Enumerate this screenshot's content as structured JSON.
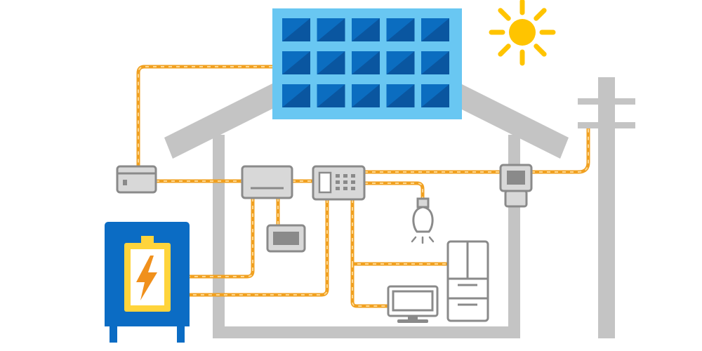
{
  "diagram": {
    "components": [
      {
        "id": "solar-panel",
        "icon": "solar-panel-icon"
      },
      {
        "id": "sun",
        "icon": "sun-icon"
      },
      {
        "id": "utility-pole",
        "icon": "utility-pole-icon"
      },
      {
        "id": "house",
        "icon": "house-icon"
      },
      {
        "id": "storage-battery",
        "icon": "battery-icon"
      },
      {
        "id": "junction-box",
        "icon": "junction-box-icon"
      },
      {
        "id": "power-conditioner",
        "icon": "power-conditioner-icon"
      },
      {
        "id": "monitor-display",
        "icon": "monitor-display-icon"
      },
      {
        "id": "distribution-board",
        "icon": "distribution-board-icon"
      },
      {
        "id": "power-meter",
        "icon": "power-meter-icon"
      },
      {
        "id": "light-bulb",
        "icon": "light-bulb-icon"
      },
      {
        "id": "refrigerator",
        "icon": "refrigerator-icon"
      },
      {
        "id": "television",
        "icon": "television-icon"
      }
    ],
    "connections": [
      {
        "from": "solar-panel",
        "to": "junction-box"
      },
      {
        "from": "junction-box",
        "to": "power-conditioner"
      },
      {
        "from": "power-conditioner",
        "to": "distribution-board"
      },
      {
        "from": "distribution-board",
        "to": "power-meter"
      },
      {
        "from": "power-meter",
        "to": "utility-pole"
      },
      {
        "from": "distribution-board",
        "to": "light-bulb"
      },
      {
        "from": "power-conditioner",
        "to": "monitor-display"
      },
      {
        "from": "power-conditioner",
        "to": "storage-battery"
      },
      {
        "from": "distribution-board",
        "to": "storage-battery"
      },
      {
        "from": "distribution-board",
        "to": "refrigerator"
      },
      {
        "from": "distribution-board",
        "to": "television"
      }
    ]
  },
  "colors": {
    "house_gray": "#c4c4c4",
    "device_gray": "#8a8a8a",
    "device_fill": "#d8d8d8",
    "wire_orange": "#f0a020",
    "wire_light": "#ffd890",
    "panel_frame": "#69c7f2",
    "panel_cell": "#0b6dc0",
    "panel_cell_dark": "#0a56a0",
    "sun_yellow": "#ffc400",
    "battery_blue": "#0b6cc4",
    "battery_yellow": "#ffd43b",
    "bolt_orange": "#f0901c"
  }
}
